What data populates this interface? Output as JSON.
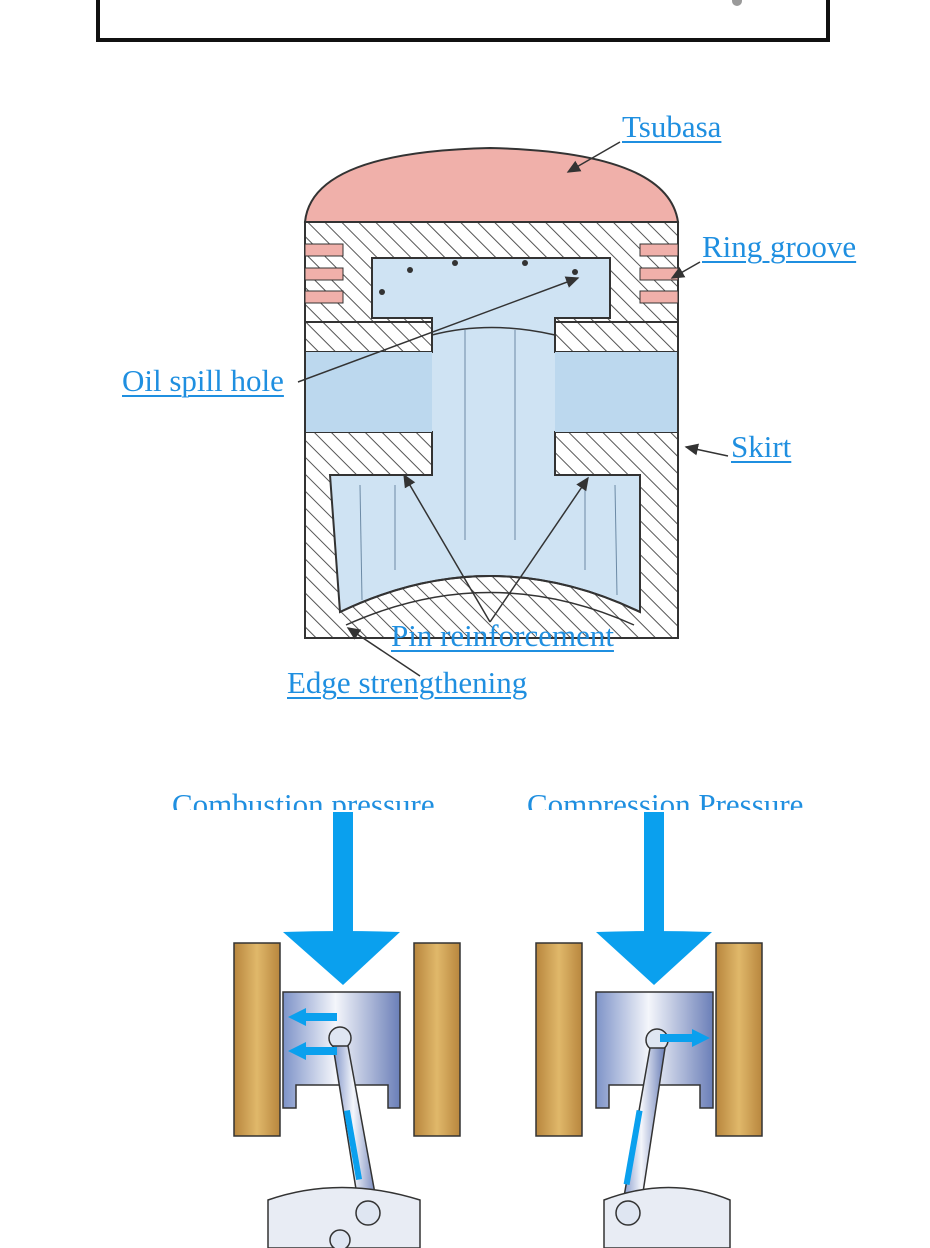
{
  "labels": {
    "top": "Tsubasa",
    "ring_groove": "Ring groove",
    "oil_spill_hole": "Oil spill hole",
    "skirt": "Skirt",
    "pin_reinforcement": "Pin reinforcement",
    "edge_strengthening": "Edge strengthening",
    "combustion_pressure": "Combustion pressure",
    "compression_pressure": "Compression Pressure"
  },
  "colors": {
    "label": "#1f8fe0",
    "crown": "#f0b0aa",
    "body_fill": "#cfe3f3",
    "cylinder_wall": "#c8a060",
    "arrow_blue": "#0aa0ee"
  }
}
